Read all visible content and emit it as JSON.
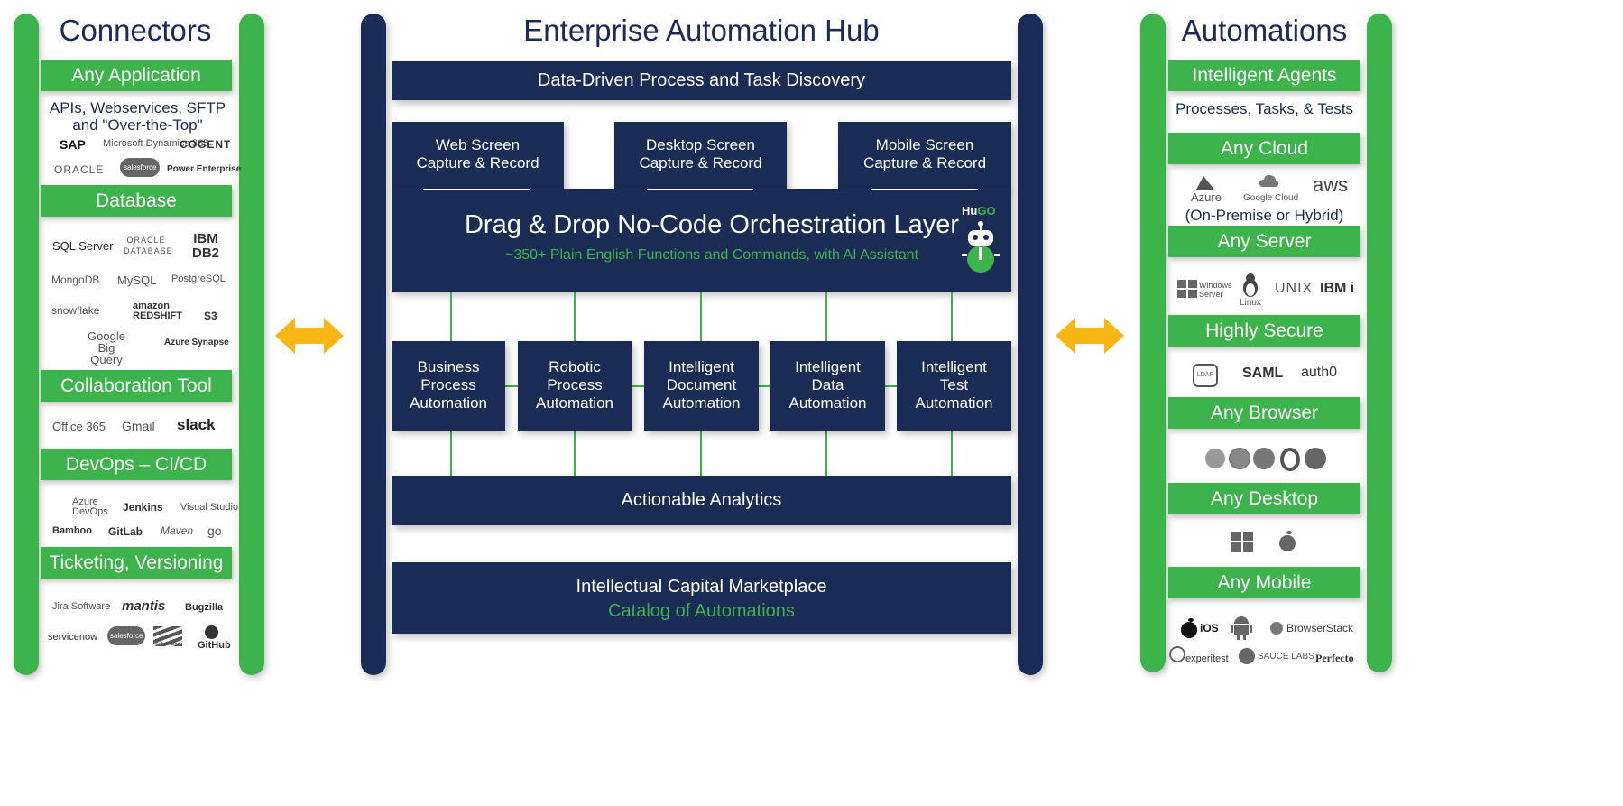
{
  "connectors": {
    "title": "Connectors",
    "sections": [
      {
        "label": "Any Application",
        "subtitle": "APIs, Webservices, SFTP and \"Over-the-Top\"",
        "logos": [
          "SAP",
          "Microsoft Dynamics 365",
          "COGENT",
          "ORACLE",
          "salesforce",
          "Power Enterprise"
        ]
      },
      {
        "label": "Database",
        "logos": [
          "SQL Server",
          "ORACLE DATABASE",
          "IBM DB2",
          "MongoDB",
          "MySQL",
          "PostgreSQL",
          "snowflake",
          "amazon REDSHIFT",
          "S3",
          "Google Big Query",
          "Azure Synapse"
        ]
      },
      {
        "label": "Collaboration Tool",
        "logos": [
          "Office 365",
          "Gmail",
          "slack"
        ]
      },
      {
        "label": "DevOps – CI/CD",
        "logos": [
          "Azure DevOps",
          "Jenkins",
          "Visual Studio",
          "Bamboo",
          "GitLab",
          "Maven",
          "go"
        ]
      },
      {
        "label": "Ticketing, Versioning",
        "logos": [
          "Jira Software",
          "mantis",
          "Bugzilla",
          "servicenow",
          "salesforce",
          "Subversion",
          "GitHub"
        ]
      }
    ]
  },
  "hub": {
    "title": "Enterprise Automation Hub",
    "discovery": "Data-Driven Process and Task Discovery",
    "capture": [
      {
        "line1": "Web Screen",
        "line2": "Capture & Record"
      },
      {
        "line1": "Desktop Screen",
        "line2": "Capture & Record"
      },
      {
        "line1": "Mobile Screen",
        "line2": "Capture & Record"
      }
    ],
    "orchestration_title": "Drag & Drop No-Code Orchestration Layer",
    "orchestration_subtitle": "~350+ Plain English Functions and Commands, with AI Assistant",
    "hugo_hu": "Hu",
    "hugo_go": "GO",
    "automations": [
      [
        "Business",
        "Process",
        "Automation"
      ],
      [
        "Robotic",
        "Process",
        "Automation"
      ],
      [
        "Intelligent",
        "Document",
        "Automation"
      ],
      [
        "Intelligent",
        "Data",
        "Automation"
      ],
      [
        "Intelligent",
        "Test",
        "Automation"
      ]
    ],
    "analytics": "Actionable Analytics",
    "marketplace_title": "Intellectual Capital Marketplace",
    "marketplace_subtitle": "Catalog of Automations"
  },
  "automations_col": {
    "title": "Automations",
    "sections": [
      {
        "label": "Intelligent Agents",
        "subtitle": "Processes, Tasks, & Tests"
      },
      {
        "label": "Any Cloud",
        "logos": [
          "Azure",
          "Google Cloud",
          "aws"
        ],
        "subtitle": "(On-Premise or Hybrid)"
      },
      {
        "label": "Any Server",
        "logos": [
          "Windows Server",
          "Linux",
          "UNIX",
          "IBM i"
        ]
      },
      {
        "label": "Highly Secure",
        "logos": [
          "LDAP",
          "SAML",
          "auth0"
        ]
      },
      {
        "label": "Any Browser"
      },
      {
        "label": "Any Desktop"
      },
      {
        "label": "Any Mobile",
        "logos": [
          "iOS",
          "BrowserStack",
          "experitest",
          "SAUCE LABS",
          "Perfecto"
        ]
      }
    ]
  },
  "colors": {
    "green": "#3cb44b",
    "navy": "#1a2b55",
    "arrow": "#f7b516"
  }
}
